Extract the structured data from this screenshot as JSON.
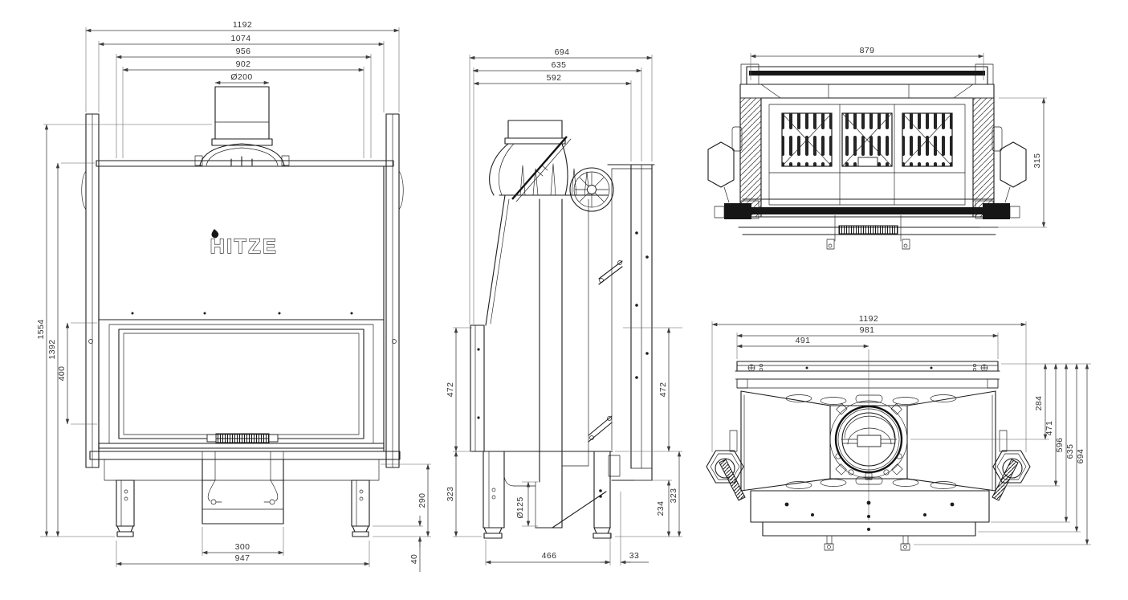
{
  "brand": {
    "logo": "HITZE"
  },
  "views": {
    "front": {
      "dims": {
        "width_total": "1192",
        "width_outer": "1074",
        "width_frame": "956",
        "width_opening": "902",
        "flue_diameter": "Ø200",
        "height_total": "1554",
        "height_body": "1392",
        "glass_height": "400",
        "base_height": "290",
        "foot_height": "40",
        "drawer_width": "300",
        "base_width": "947"
      }
    },
    "side": {
      "dims": {
        "depth_total": "694",
        "depth_outer": "635",
        "depth_body": "592",
        "front_panel": "472",
        "front_base": "323",
        "rear_panel": "472",
        "rear_ledge": "234",
        "rear_base": "323",
        "base_depth": "466",
        "rear_offset": "33",
        "intake_diameter": "Ø125"
      }
    },
    "top": {
      "dims": {
        "width": "879",
        "depth": "315"
      }
    },
    "bottom": {
      "dims": {
        "width_total": "1192",
        "width_inner": "981",
        "flue_offset": "491",
        "r1": "284",
        "r2": "471",
        "r3": "596",
        "r4": "635",
        "r5": "694"
      }
    }
  },
  "colors": {
    "line": "#1d1d1d",
    "dimension": "#3c3c3c",
    "background": "#ffffff"
  }
}
